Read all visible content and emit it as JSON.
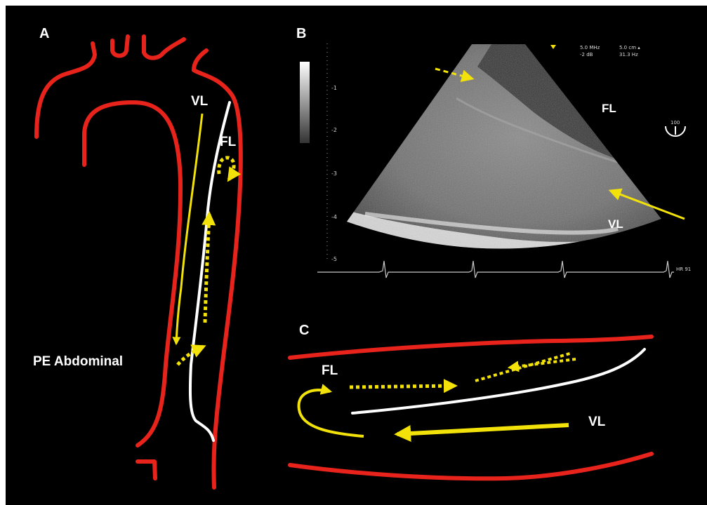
{
  "panels": {
    "a": {
      "letter": "A",
      "true_lumen_label": "VL",
      "false_lumen_label": "FL",
      "level_label": "PE Abdominal"
    },
    "b": {
      "letter": "B",
      "false_lumen_label": "FL",
      "true_lumen_label": "VL",
      "depth_ticks": [
        "-1",
        "-2",
        "-3",
        "-4",
        "-5"
      ],
      "settings_line1a": "5.0 MHz",
      "settings_line1b": "5.0 cm ▴",
      "settings_line2a": "-2 dB",
      "settings_line2b": "31.3 Hz",
      "orientation_value": "100",
      "hr_text": "HR 91"
    },
    "c": {
      "letter": "C",
      "false_lumen_label": "FL",
      "true_lumen_label": "VL"
    }
  },
  "colors": {
    "aortic_wall": "#e8231c",
    "intimal_flap": "#ffffff",
    "flow_arrow": "#f2e20a",
    "label": "#ffffff",
    "background": "#000000"
  },
  "icons": {
    "probe_orientation": "half-circle-probe-icon"
  }
}
